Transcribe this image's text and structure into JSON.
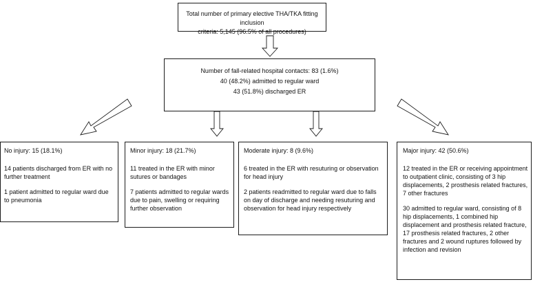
{
  "total_box": {
    "line1": "Total number of primary elective THA/TKA fitting inclusion",
    "line2": "criteria: 5,145 (96.5% of all procedures)"
  },
  "fall_box": {
    "line1": "Number of fall-related hospital contacts: 83 (1.6%)",
    "line2": "40 (48.2%) admitted to regular ward",
    "line3": "43 (51.8%) discharged ER"
  },
  "categories": [
    {
      "title": "No injury: 15 (18.1%)",
      "items": [
        "14 patients discharged from ER with no further treatment",
        "1 patient admitted to regular ward due to pneumonia"
      ]
    },
    {
      "title": "Minor injury: 18 (21.7%)",
      "items": [
        "11 treated in the ER with minor sutures or bandages",
        "7 patients admitted to regular wards due to pain, swelling or requiring further observation"
      ]
    },
    {
      "title": "Moderate injury: 8 (9.6%)",
      "items": [
        "6 treated in the ER with resuturing or observation for head injury",
        "2 patients readmitted to regular ward due to falls on day of discharge and needing resuturing and observation for head injury respectively"
      ]
    },
    {
      "title": "Major injury: 42 (50.6%)",
      "items": [
        "12 treated in the ER or receiving appointment to outpatient clinic, consisting of 3 hip displacements, 2 prosthesis related fractures, 7 other fractures",
        "30 admitted to regular ward, consisting of 8 hip displacements, 1 combined hip displacement and prosthesis related fracture, 17 prosthesis related fractures, 2 other fractures and 2 wound ruptures followed by infection and revision"
      ]
    }
  ]
}
